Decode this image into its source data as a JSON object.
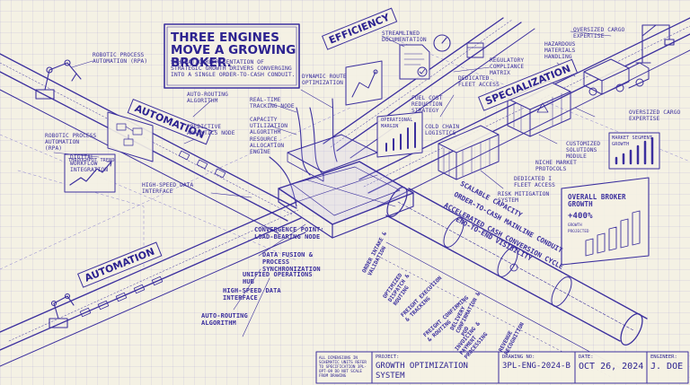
{
  "title": {
    "heading": "THREE ENGINES MOVE A GROWING BROKER.",
    "subtitle": "SCHEMATIC REPRESENTATION OF STRATEGIC GROWTH DRIVERS CONVERGING INTO A SINGLE ORDER-TO-CASH CONDUIT."
  },
  "categories": {
    "efficiency": "EFFICIENCY",
    "specialization": "SPECIALIZATION",
    "automation_upper": "AUTOMATION",
    "automation_lower": "AUTOMATION"
  },
  "labels": {
    "rpa_top": "ROBOTIC PROCESS AUTOMATION (RPA)",
    "auto_routing_top": "AUTO-ROUTING ALGORITHM",
    "predictive": "PREDICTIVE ANALYTICS NODE",
    "rpa_left": "ROBOTIC PROCESS AUTOMATION (RPA)",
    "digital_workflow": "DIGITAL WORKFLOW INTEGRATION",
    "throughput": "THROUGHPUT TREND",
    "hs_data_upper": "HIGH-SPEED DATA INTERFACE",
    "realtime": "REAL-TIME TRACKING NODE",
    "capacity": "CAPACITY UTILIZATION ALGORITHM",
    "resource": "RESOURCE ALLOCATION ENGINE",
    "dynamic_route": "DYNAMIC ROUTE OPTIMIZATION",
    "streamlined": "STREAMLINED DOCUMENTATION",
    "fuel": "FUEL COST REDUCTION STRATEGY",
    "op_margin": "OPERATIONAL MARGIN",
    "cold_chain": "COLD CHAIN LOGISTICS",
    "regulatory": "REGULATORY COMPLIANCE MATRIX",
    "dedicated_fleet_top": "DEDICATED FLEET ACCESS",
    "hazmat": "HAZARDOUS MATERIALS HANDLING",
    "oversized_top": "OVERSIZED CARGO EXPERTISE",
    "oversized_right": "OVERSIZED CARGO EXPERTISE",
    "market_segment": "MARKET SEGMENT GROWTH",
    "customized": "CUSTOMIZED SOLUTIONS MODULE",
    "niche": "NICHE MARKET PROTOCOLS",
    "dedicated_fleet_mid": "DEDICATED I FLEET ACCESS",
    "risk": "RISK MITIGATION SYSTEM",
    "convergence": "CONVERGENCE POINT: LOAD-BEARING NODE",
    "data_fusion": "DATA FUSION & PROCESS SYNCHRONIZATION",
    "unified": "UNIFIED OPERATIONS HUB",
    "hs_data_lower": "HIGH-SPEED DATA INTERFACE",
    "auto_routing_bottom": "AUTO-ROUTING ALGORITHM"
  },
  "overall": {
    "title": "OVERALL BROKER GROWTH",
    "value": "+400%",
    "caption": "GROWTH PROJECTED"
  },
  "conduit_labels": [
    "SCALABLE CAPACITY",
    "ORDER-TO-CASH MAINLINE CONDUIT",
    "ACCELERATED CASH CONVERSION CYCLE",
    "END-TO-END VISIBILITY"
  ],
  "process_steps": [
    "ORDER INTAKE & VALIDATION",
    "OPTIMIZED DISPATCH & ROUTING",
    "FREIGHT EXECUTION & TRACKING",
    "FREIGHT CONFIRMING & ROUTING",
    "DELIVERY CONFIRMATION & POD",
    "INVOICING & PAYMENT PROCESSING",
    "REVENUE RECOGNITION"
  ],
  "title_block": {
    "note": "ALL DIMENSIONS IN SCHEMATIC UNITS REFER TO SPECIFICATION 3PL-OPT-09 DO NOT SCALE FROM DRAWING",
    "project_label": "PROJECT:",
    "project": "GROWTH OPTIMIZATION SYSTEM",
    "drawing_label": "DRAWING NO:",
    "drawing": "3PL-ENG-2024-B",
    "date_label": "DATE:",
    "date": "OCT 26, 2024",
    "engineer_label": "ENGINEER:",
    "engineer": "J. DOE"
  },
  "colors": {
    "paper": "#f4f1e4",
    "ink": "#3b2f9e"
  }
}
